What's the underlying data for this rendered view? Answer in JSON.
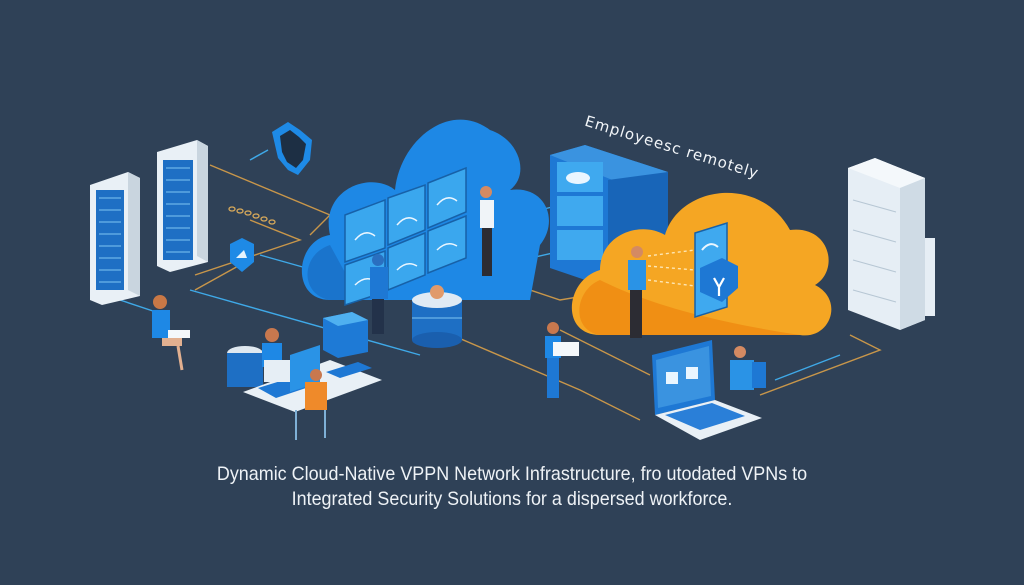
{
  "scene": {
    "floating_label": "Employeesc remotely",
    "caption": {
      "line1": "Dynamic Cloud-Native VPPN Network Infrastructure,  fro utodated VPNs to",
      "line2": "Integrated Security Solutions for a dispersed workforce."
    },
    "icons": [
      "server-rack-icon",
      "shield-icon",
      "cloud-icon",
      "database-icon",
      "laptop-icon",
      "lock-icon",
      "person-icon"
    ]
  },
  "colors": {
    "background": "#2f4157",
    "cloud_blue": "#1e88e5",
    "cloud_orange": "#f5a623",
    "connector_orange": "#c8964a",
    "connector_blue": "#3fa9e8",
    "server_white": "#e9f0f6",
    "screen_blue": "#2a8fdc"
  }
}
